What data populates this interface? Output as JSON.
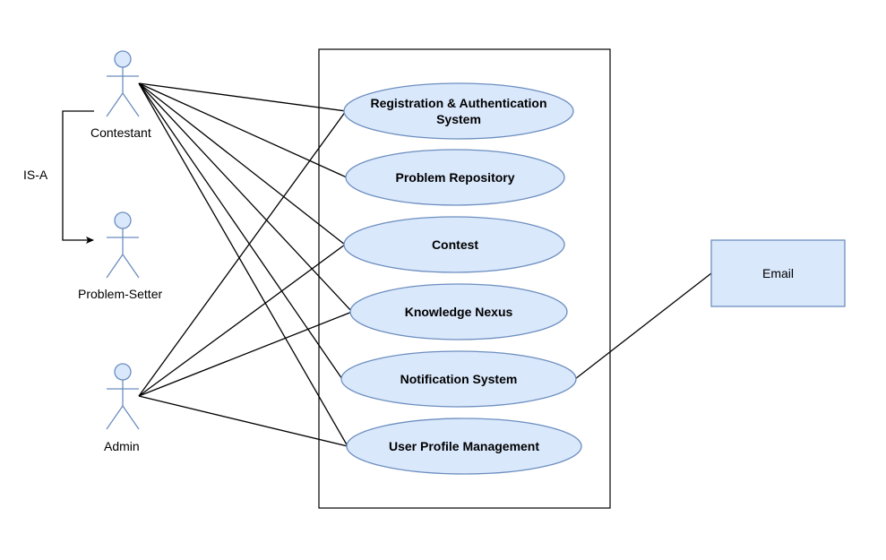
{
  "colors": {
    "fill": "#dae8fc",
    "stroke": "#6c8ebf",
    "line": "#000000"
  },
  "actors": {
    "contestant": "Contestant",
    "problem_setter": "Problem-Setter",
    "admin": "Admin"
  },
  "generalization": {
    "label": "IS-A"
  },
  "use_cases": {
    "registration": "Registration & Authentication System",
    "problem_repository": "Problem Repository",
    "contest": "Contest",
    "knowledge_nexus": "Knowledge Nexus",
    "notification": "Notification System",
    "user_profile": "User Profile Management"
  },
  "external": {
    "email": "Email"
  },
  "associations": [
    [
      "contestant",
      "registration"
    ],
    [
      "contestant",
      "problem_repository"
    ],
    [
      "contestant",
      "contest"
    ],
    [
      "contestant",
      "knowledge_nexus"
    ],
    [
      "contestant",
      "notification"
    ],
    [
      "contestant",
      "user_profile"
    ],
    [
      "admin",
      "registration"
    ],
    [
      "admin",
      "contest"
    ],
    [
      "admin",
      "knowledge_nexus"
    ],
    [
      "admin",
      "user_profile"
    ],
    [
      "notification",
      "email"
    ]
  ]
}
